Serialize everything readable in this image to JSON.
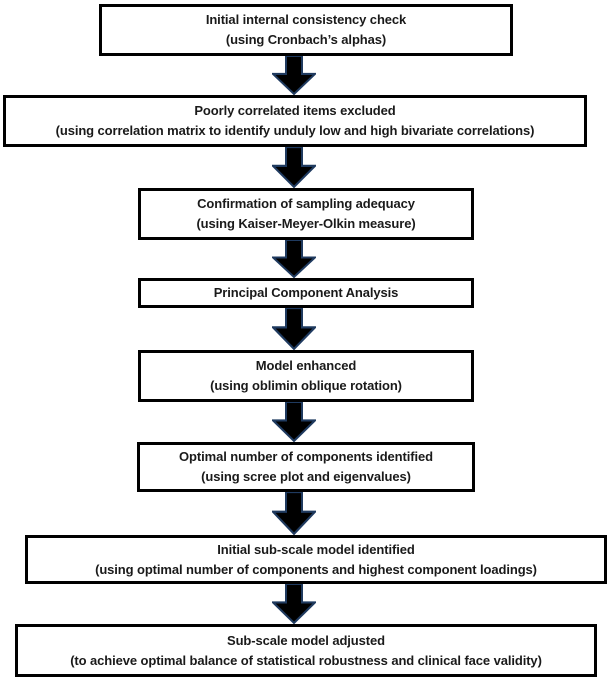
{
  "figure": {
    "description": "Flowchart of principal component analysis sub-scale model development",
    "style": {
      "background": "#ffffff",
      "box_fill": "#ffffff",
      "box_border": "#000000",
      "text_color": "#1a1a1a",
      "arrow_fill": "#000000",
      "arrow_outline": "#1f3a5f"
    }
  },
  "steps": [
    {
      "title": "Initial internal consistency check",
      "subtitle": "(using Cronbach’s alphas)"
    },
    {
      "title": "Poorly correlated items excluded",
      "subtitle": "(using correlation matrix to identify unduly low and high bivariate correlations)"
    },
    {
      "title": "Confirmation of sampling adequacy",
      "subtitle": "(using Kaiser-Meyer-Olkin measure)"
    },
    {
      "title": "Principal Component Analysis"
    },
    {
      "title": "Model enhanced",
      "subtitle": "(using oblimin oblique rotation)"
    },
    {
      "title": "Optimal number of components identified",
      "subtitle": "(using scree plot and eigenvalues)"
    },
    {
      "title": "Initial sub-scale model identified",
      "subtitle": "(using optimal number of components and highest component loadings)"
    },
    {
      "title": "Sub-scale model adjusted",
      "subtitle": "(to achieve optimal balance of statistical robustness and clinical face validity)"
    }
  ]
}
